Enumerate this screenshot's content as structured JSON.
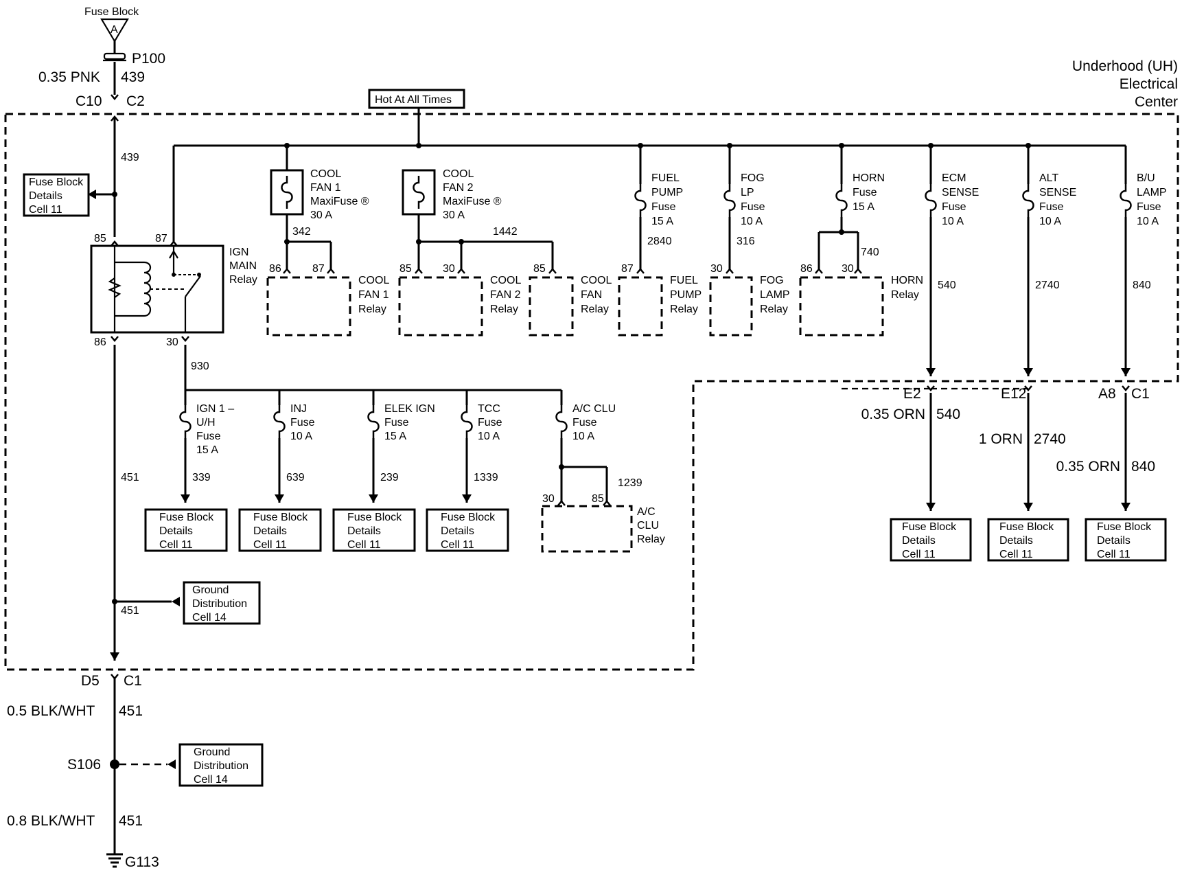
{
  "top": {
    "fuse_block_title": "Fuse Block",
    "fuse_block_letter": "A",
    "p100": "P100",
    "wire_size": "0.35 PNK",
    "wire_num": "439",
    "c10": "C10",
    "c2": "C2"
  },
  "uh_center": {
    "line1": "Underhood (UH)",
    "line2": "Electrical",
    "line3": "Center"
  },
  "hot": "Hot At All Times",
  "wire_439": "439",
  "fb_left": {
    "l1": "Fuse Block",
    "l2": "Details",
    "l3": "Cell 11"
  },
  "ign_main": {
    "l1": "IGN",
    "l2": "MAIN",
    "l3": "Relay",
    "p85": "85",
    "p87": "87",
    "p86": "86",
    "p30": "30"
  },
  "maxifuse1": {
    "l1": "COOL",
    "l2": "FAN 1",
    "l3": "MaxiFuse ®",
    "l4": "30 A",
    "wire": "342"
  },
  "maxifuse2": {
    "l1": "COOL",
    "l2": "FAN 2",
    "l3": "MaxiFuse ®",
    "l4": "30 A",
    "wire": "1442"
  },
  "fuses_top": [
    {
      "l1": "FUEL",
      "l2": "PUMP",
      "l3": "Fuse",
      "l4": "15 A",
      "wire": "2840"
    },
    {
      "l1": "FOG",
      "l2": "LP",
      "l3": "Fuse",
      "l4": "10 A",
      "wire": "316"
    },
    {
      "l1": "HORN",
      "l2": "Fuse",
      "l3": "15 A",
      "l4": "",
      "wire": "740"
    },
    {
      "l1": "ECM",
      "l2": "SENSE",
      "l3": "Fuse",
      "l4": "10 A",
      "wire": "540"
    },
    {
      "l1": "ALT",
      "l2": "SENSE",
      "l3": "Fuse",
      "l4": "10 A",
      "wire": "2740"
    },
    {
      "l1": "B/U",
      "l2": "LAMP",
      "l3": "Fuse",
      "l4": "10 A",
      "wire": "840"
    }
  ],
  "relays": [
    {
      "l1": "COOL",
      "l2": "FAN 1",
      "l3": "Relay",
      "pa": "86",
      "pb": "87"
    },
    {
      "l1": "COOL",
      "l2": "FAN 2",
      "l3": "Relay",
      "pa": "85",
      "pb": "30"
    },
    {
      "l1": "COOL",
      "l2": "FAN",
      "l3": "Relay",
      "pa": "85",
      "pb": ""
    },
    {
      "l1": "FUEL",
      "l2": "PUMP",
      "l3": "Relay",
      "pa": "87",
      "pb": ""
    },
    {
      "l1": "FOG",
      "l2": "LAMP",
      "l3": "Relay",
      "pa": "30",
      "pb": ""
    },
    {
      "l1": "HORN",
      "l2": "Relay",
      "l3": "",
      "pa": "86",
      "pb": "30"
    }
  ],
  "wire_930": "930",
  "fuses_bottom": [
    {
      "l1": "IGN 1 –",
      "l2": "U/H",
      "l3": "Fuse",
      "l4": "15 A",
      "wire": "339"
    },
    {
      "l1": "INJ",
      "l2": "Fuse",
      "l3": "10 A",
      "l4": "",
      "wire": "639"
    },
    {
      "l1": "ELEK IGN",
      "l2": "Fuse",
      "l3": "15 A",
      "l4": "",
      "wire": "239"
    },
    {
      "l1": "TCC",
      "l2": "Fuse",
      "l3": "10 A",
      "l4": "",
      "wire": "1339"
    },
    {
      "l1": "A/C CLU",
      "l2": "Fuse",
      "l3": "10 A",
      "l4": "",
      "wire": "1239"
    }
  ],
  "fb_bottom": {
    "l1": "Fuse Block",
    "l2": "Details",
    "l3": "Cell 11"
  },
  "ac_relay": {
    "l1": "A/C",
    "l2": "CLU",
    "l3": "Relay",
    "p30": "30",
    "p85": "85"
  },
  "wire_451": "451",
  "ground_dist": {
    "l1": "Ground",
    "l2": "Distribution",
    "l3": "Cell 14"
  },
  "right_conn": [
    {
      "cavity": "E2",
      "wire_size": "0.35 ORN",
      "wire_num": "540"
    },
    {
      "cavity": "E12",
      "wire_size": "1 ORN",
      "wire_num": "2740"
    },
    {
      "cavity": "A8",
      "wire_size": "0.35 ORN",
      "wire_num": "840"
    }
  ],
  "c1_right": "C1",
  "bottom": {
    "d5": "D5",
    "c1": "C1",
    "wire1_size": "0.5 BLK/WHT",
    "wire1_num": "451",
    "splice": "S106",
    "wire2_size": "0.8 BLK/WHT",
    "wire2_num": "451",
    "ground": "G113"
  }
}
